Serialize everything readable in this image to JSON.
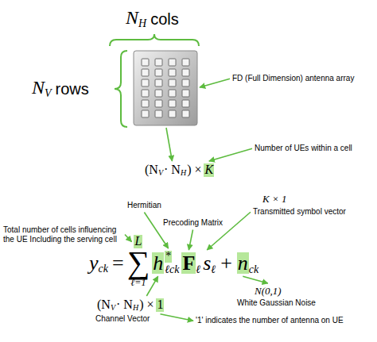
{
  "diagram": {
    "labels": [
      "N",
      "H",
      "cols",
      "N",
      "V",
      "rows",
      "FD (Full Dimension) antenna array",
      "(N",
      "V",
      "· N",
      "H",
      ") ×",
      "K",
      "Number of UEs within a cell",
      "Total number of cells influencing the UE Including the serving cell",
      "Hermitian",
      "Precoding Matrix",
      "K × 1",
      "Transmitted symbol vector",
      "L",
      "y",
      "ck",
      "=",
      "∑",
      "ℓ=1",
      "h",
      "*",
      "ℓck",
      "F",
      "ℓ",
      "s",
      "ℓ",
      "+",
      "n",
      "ck",
      "N(0,1)",
      "White Gaussian Noise",
      "(N",
      "V",
      "· N",
      "H",
      ") ×",
      "1",
      "Channel Vector",
      "'1' indicates the number of antenna on UE"
    ]
  }
}
